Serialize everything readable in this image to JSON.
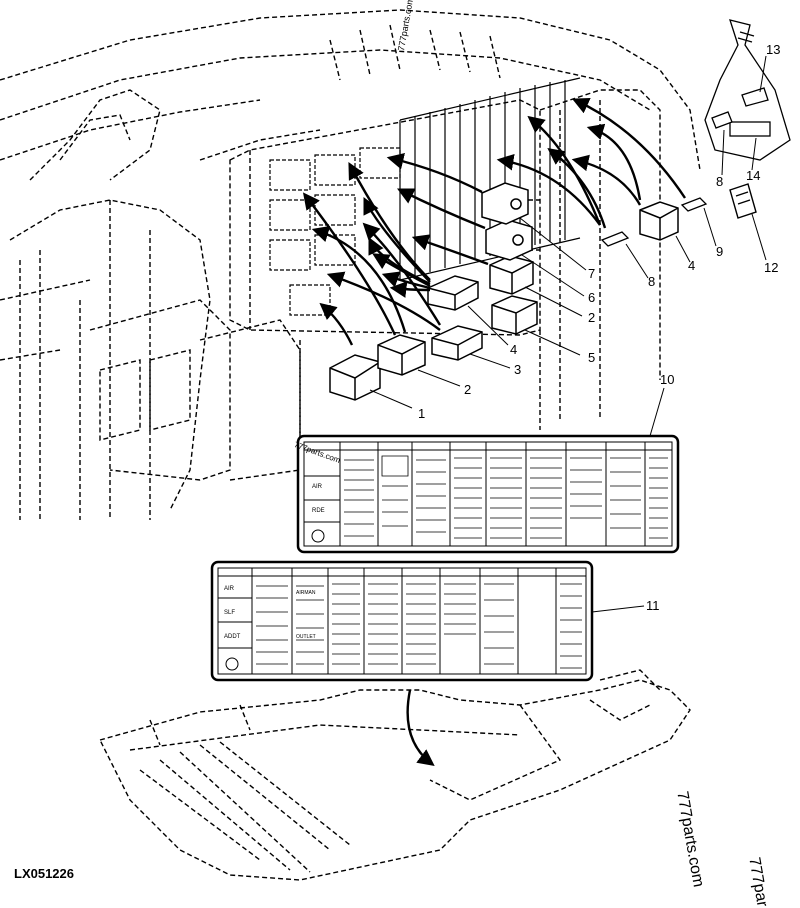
{
  "diagram": {
    "code": "LX051226",
    "watermarks": [
      "777parts.com",
      "777par",
      "777parts.com",
      "777parts.com"
    ],
    "callouts": [
      {
        "label": "1"
      },
      {
        "label": "2"
      },
      {
        "label": "3"
      },
      {
        "label": "4"
      },
      {
        "label": "5"
      },
      {
        "label": "2"
      },
      {
        "label": "6"
      },
      {
        "label": "7"
      },
      {
        "label": "8"
      },
      {
        "label": "4"
      },
      {
        "label": "9"
      },
      {
        "label": "12"
      },
      {
        "label": "8"
      },
      {
        "label": "14"
      },
      {
        "label": "13"
      },
      {
        "label": "10"
      },
      {
        "label": "11"
      }
    ],
    "decal_top_words": [
      "AIR",
      "RDE"
    ],
    "decal_bottom_words": [
      "AIR",
      "SLF",
      "ADDT",
      "AIRMAN",
      "OUTLET"
    ]
  }
}
